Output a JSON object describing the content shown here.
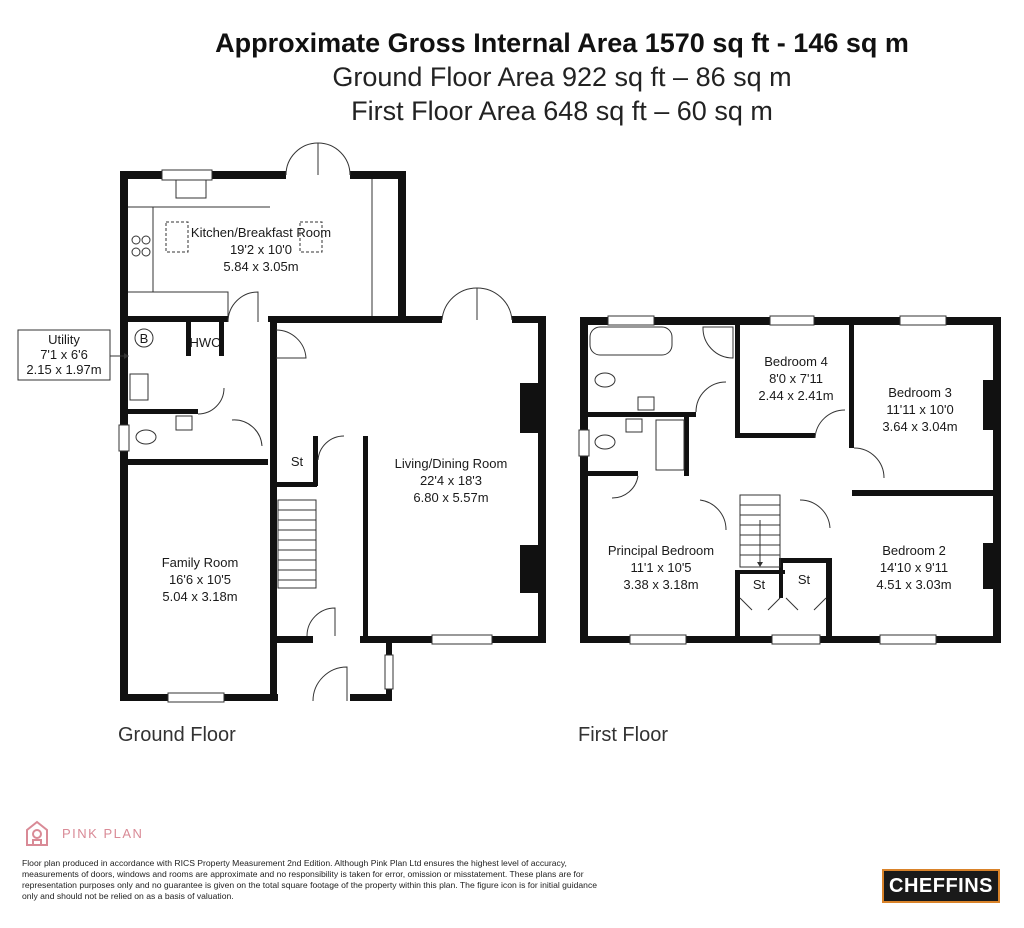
{
  "header": {
    "total_area": "Approximate Gross Internal Area 1570 sq ft - 146 sq m",
    "ground_area": "Ground Floor Area 922 sq ft – 86 sq m",
    "first_area": "First Floor Area 648 sq ft – 60 sq m"
  },
  "ground_floor": {
    "label": "Ground Floor",
    "kitchen": {
      "name": "Kitchen/Breakfast Room",
      "imperial": "19'2 x 10'0",
      "metric": "5.84 x 3.05m"
    },
    "utility": {
      "name": "Utility",
      "imperial": "7'1 x 6'6",
      "metric": "2.15 x 1.97m"
    },
    "boiler": "B",
    "hwc": "HWC",
    "store": "St",
    "living": {
      "name": "Living/Dining Room",
      "imperial": "22'4 x 18'3",
      "metric": "6.80 x 5.57m"
    },
    "family": {
      "name": "Family Room",
      "imperial": "16'6 x 10'5",
      "metric": "5.04 x 3.18m"
    }
  },
  "first_floor": {
    "label": "First Floor",
    "bedroom4": {
      "name": "Bedroom 4",
      "imperial": "8'0 x 7'11",
      "metric": "2.44 x 2.41m"
    },
    "bedroom3": {
      "name": "Bedroom 3",
      "imperial": "11'11 x 10'0",
      "metric": "3.64 x 3.04m"
    },
    "principal": {
      "name": "Principal Bedroom",
      "imperial": "11'1 x 10'5",
      "metric": "3.38 x 3.18m"
    },
    "bedroom2": {
      "name": "Bedroom 2",
      "imperial": "14'10 x 9'11",
      "metric": "4.51 x 3.03m"
    },
    "store1": "St",
    "store2": "St"
  },
  "footer": {
    "brand": "PINK PLAN",
    "disclaimer": "Floor plan produced in accordance with RICS Property Measurement 2nd Edition. Although Pink Plan Ltd ensures the highest level of accuracy, measurements of doors, windows and rooms are approximate and no responsibility is taken for error, omission or misstatement. These plans are for representation purposes only and no guarantee is given on the total square footage of the property within this plan. The figure icon is for initial guidance only and should not be relied on as a basis of valuation.",
    "agent_logo": "CHEFFINS"
  },
  "colors": {
    "wall": "#111111",
    "brand_pink": "#d98a96",
    "logo_border": "#d9832a"
  }
}
